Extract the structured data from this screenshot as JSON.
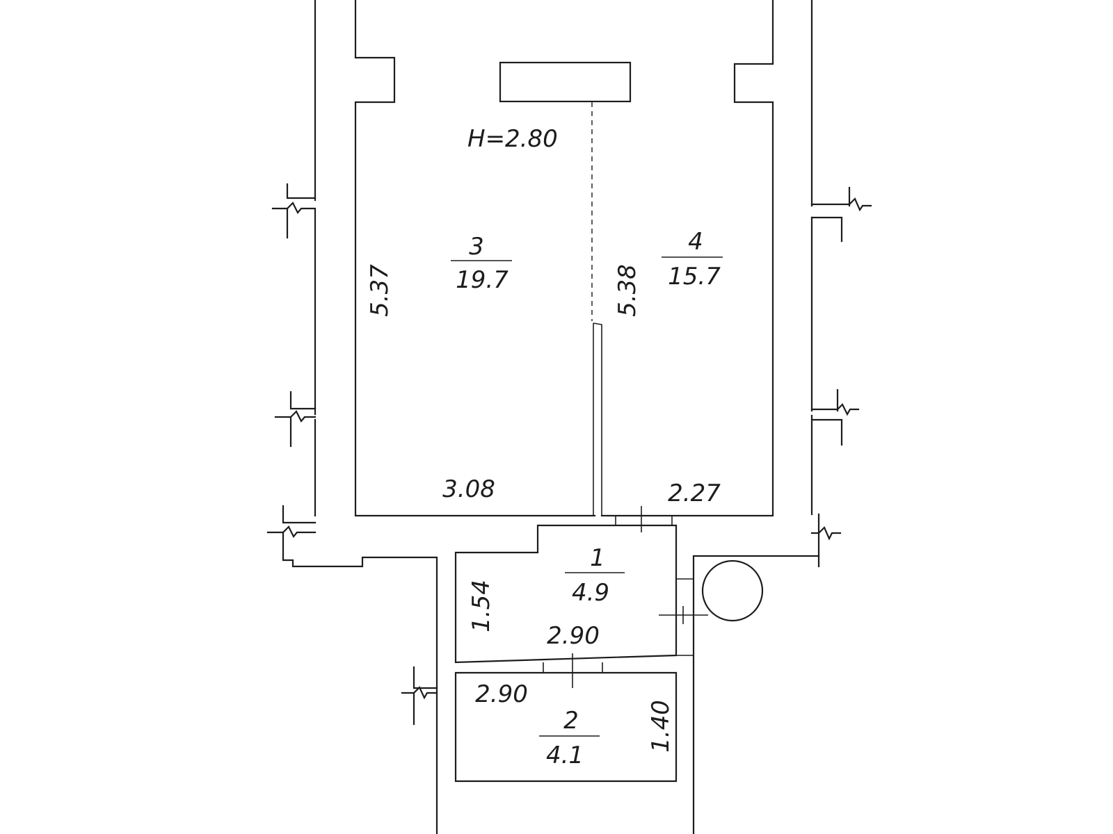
{
  "plan": {
    "ceiling_height": "H=2.80",
    "rooms": [
      {
        "number": "3",
        "area": "19.7"
      },
      {
        "number": "4",
        "area": "15.7"
      },
      {
        "number": "1",
        "area": "4.9"
      },
      {
        "number": "2",
        "area": "4.1"
      }
    ],
    "dimensions": {
      "room3_height": "5.37",
      "room3_width": "3.08",
      "room4_height": "5.38",
      "room4_width": "2.27",
      "room1_height": "1.54",
      "room1_width": "2.90",
      "room2_width": "2.90",
      "room2_height": "1.40"
    }
  }
}
